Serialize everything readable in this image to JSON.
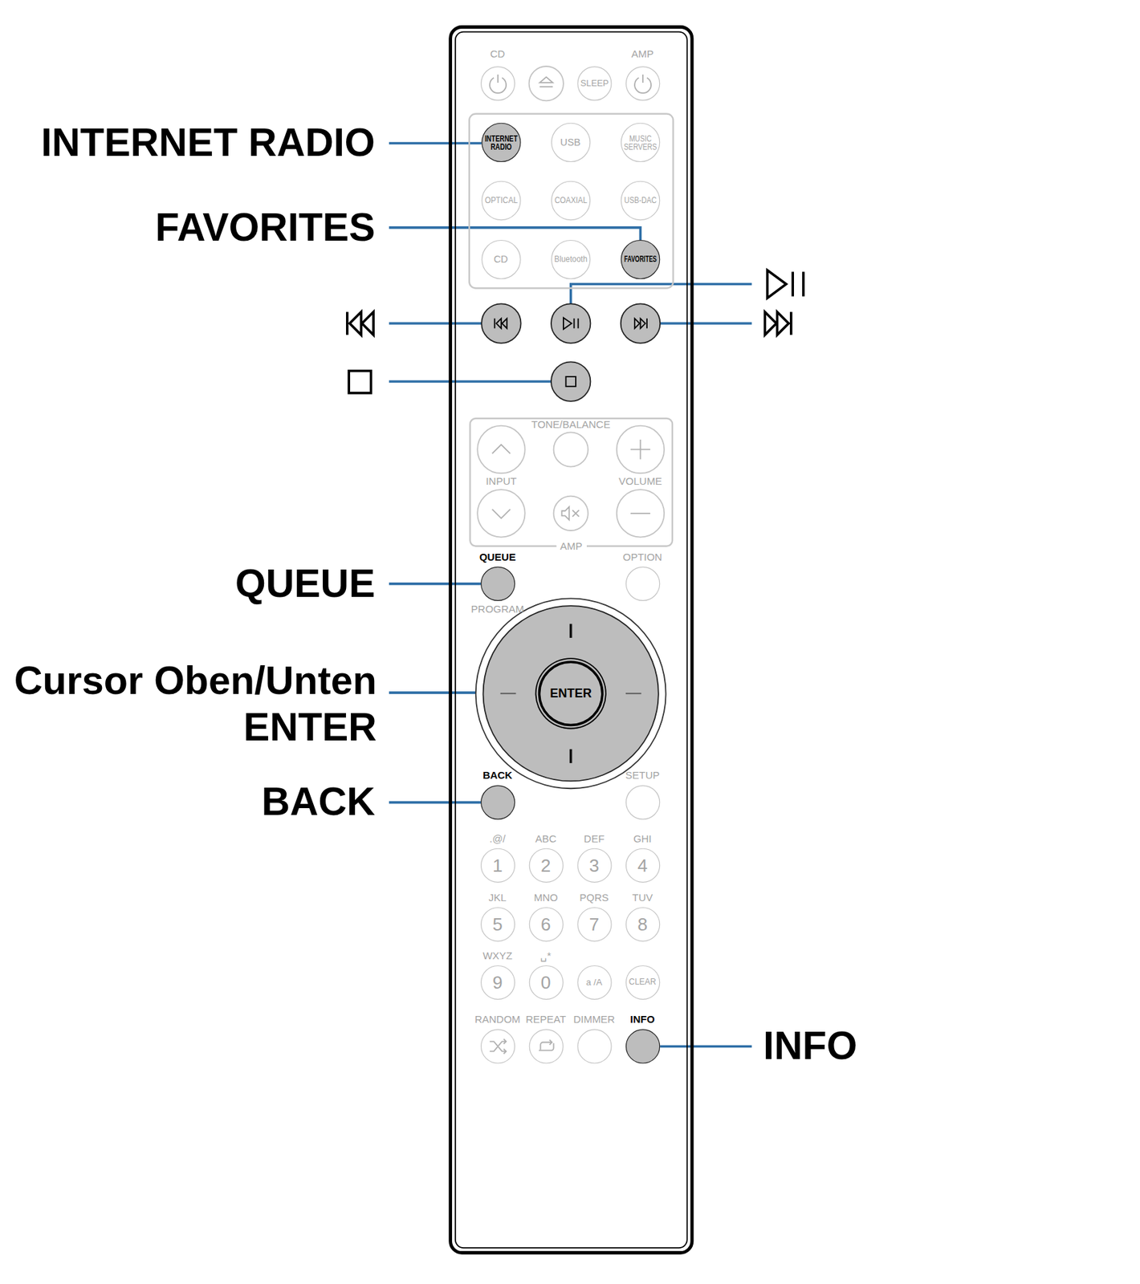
{
  "diagram": {
    "nodes": [
      {
        "text": [
          "CD"
        ]
      },
      {
        "text": [
          "SLEEP"
        ]
      },
      {
        "text": [
          "AMP"
        ]
      },
      {
        "text": [
          "INTERNET RADIO"
        ]
      },
      {
        "text": [
          "USB"
        ]
      },
      {
        "text": [
          "MUSIC SERVERS"
        ]
      },
      {
        "text": [
          "OPTICAL"
        ]
      },
      {
        "text": [
          "COAXIAL"
        ]
      },
      {
        "text": [
          "USB-DAC"
        ]
      },
      {
        "text": [
          "CD"
        ]
      },
      {
        "text": [
          "Bluetooth"
        ]
      },
      {
        "text": [
          "FAVORITES"
        ]
      },
      {
        "text": [
          "AMP"
        ]
      },
      {
        "text": [
          "QUEUE",
          "PROGRAM"
        ]
      },
      {
        "text": [
          "OPTION"
        ]
      },
      {
        "text": [
          "ENTER"
        ]
      },
      {
        "text": [
          "BACK"
        ]
      },
      {
        "text": [
          "SETUP"
        ]
      },
      {
        "text": [
          ".@/",
          "1"
        ]
      },
      {
        "text": [
          "ABC",
          "2"
        ]
      },
      {
        "text": [
          "DEF",
          "3"
        ]
      },
      {
        "text": [
          "GHI",
          "4"
        ]
      },
      {
        "text": [
          "JKL",
          "5"
        ]
      },
      {
        "text": [
          "MNO",
          "6"
        ]
      },
      {
        "text": [
          "PQRS",
          "7"
        ]
      },
      {
        "text": [
          "TUV",
          "8"
        ]
      },
      {
        "text": [
          "WXYZ",
          "9"
        ]
      },
      {
        "text": [
          "␣*",
          "0"
        ]
      },
      {
        "text": [
          "a /A"
        ]
      },
      {
        "text": [
          "CLEAR"
        ]
      },
      {
        "text": [
          "RANDOM"
        ]
      },
      {
        "text": [
          "REPEAT"
        ]
      },
      {
        "text": [
          "DIMMER"
        ]
      },
      {
        "text": [
          "INFO"
        ]
      }
    ],
    "labels": [
      "INTERNET RADIO",
      "FAVORITES",
      "QUEUE",
      "Cursor Oben/Unten ENTER",
      "BACK",
      "INFO",
      "TONE/BALANCE",
      "INPUT",
      "VOLUME"
    ]
  }
}
